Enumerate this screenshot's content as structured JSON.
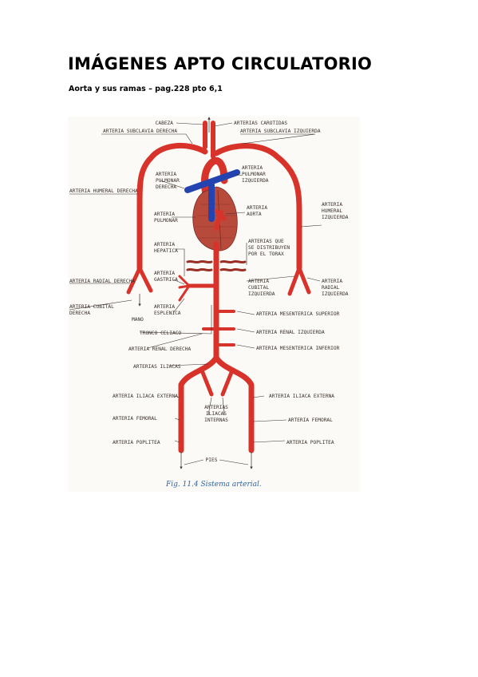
{
  "document": {
    "title": "IMÁGENES APTO CIRCULATORIO",
    "subtitle": "Aorta  y sus ramas – pag.228 pto 6,1"
  },
  "figure": {
    "caption": "Fig. 11.4 Sistema arterial.",
    "colors": {
      "artery": "#d8332a",
      "vein": "#2343b0",
      "heart": "#b84a3c",
      "label": "#3a2f2a"
    },
    "labels": {
      "cabeza": "CABEZA",
      "carotidas": "ARTERIAS CAROTIDAS",
      "subclavia_der": "ARTERIA SUBCLAVIA DERECHA",
      "subclavia_izq": "ARTERIA SUBCLAVIA IZQUIERDA",
      "pulmonar_der": [
        "ARTERIA",
        "PULMONAR",
        "DERECHA"
      ],
      "pulmonar_izq": [
        "ARTERIA",
        "PULMONAR",
        "IZQUIERDA"
      ],
      "humeral_der": "ARTERIA HUMERAL DERECHA",
      "humeral_izq": [
        "ARTERIA",
        "HUMERAL",
        "IZQUIERDA"
      ],
      "pulmonar": [
        "ARTERIA",
        "PULMONAR"
      ],
      "aorta": [
        "ARTERIA",
        "AORTA"
      ],
      "hepatica": [
        "ARTERIA",
        "HEPATICA"
      ],
      "torax": [
        "ARTERIAS QUE",
        "SE DISTRIBUYEN",
        "POR EL TORAX"
      ],
      "gastrica": [
        "ARTERIA",
        "GASTRICA"
      ],
      "radial_der": "ARTERIA RADIAL DERECHA",
      "cubital_izq": [
        "ARTERIA",
        "CUBITAL",
        "IZQUIERDA"
      ],
      "radial_izq": [
        "ARTERIA",
        "RADIAL",
        "IZQUIERDA"
      ],
      "cubital_der": [
        "ARTERIA CUBITAL",
        "DERECHA"
      ],
      "mano": "MANO",
      "esplenica": [
        "ARTERIA",
        "ESPLENICA"
      ],
      "mesenterica_sup": "ARTERIA MESENTERICA SUPERIOR",
      "tronco": "TRONCO CELIACO",
      "renal_izq": "ARTERIA RENAL IZQUIERDA",
      "renal_der": "ARTERIA RENAL DERECHA",
      "mesenterica_inf": "ARTERIA MESENTERICA INFERIOR",
      "iliacas": "ARTERIAS ILIACAS",
      "iliaca_ext_der": "ARTERIA ILIACA  EXTERNA",
      "iliaca_ext_izq": "ARTERIA ILIACA EXTERNA",
      "iliacas_int": [
        "ARTERIAS",
        "ILIACAS",
        "INTERNAS"
      ],
      "femoral_der": "ARTERIA FEMORAL",
      "femoral_izq": "ARTERIA FEMORAL",
      "poplitea_der": "ARTERIA POPLITEA",
      "poplitea_izq": "ARTERIA POPLITEA",
      "pies": "PIES"
    }
  }
}
